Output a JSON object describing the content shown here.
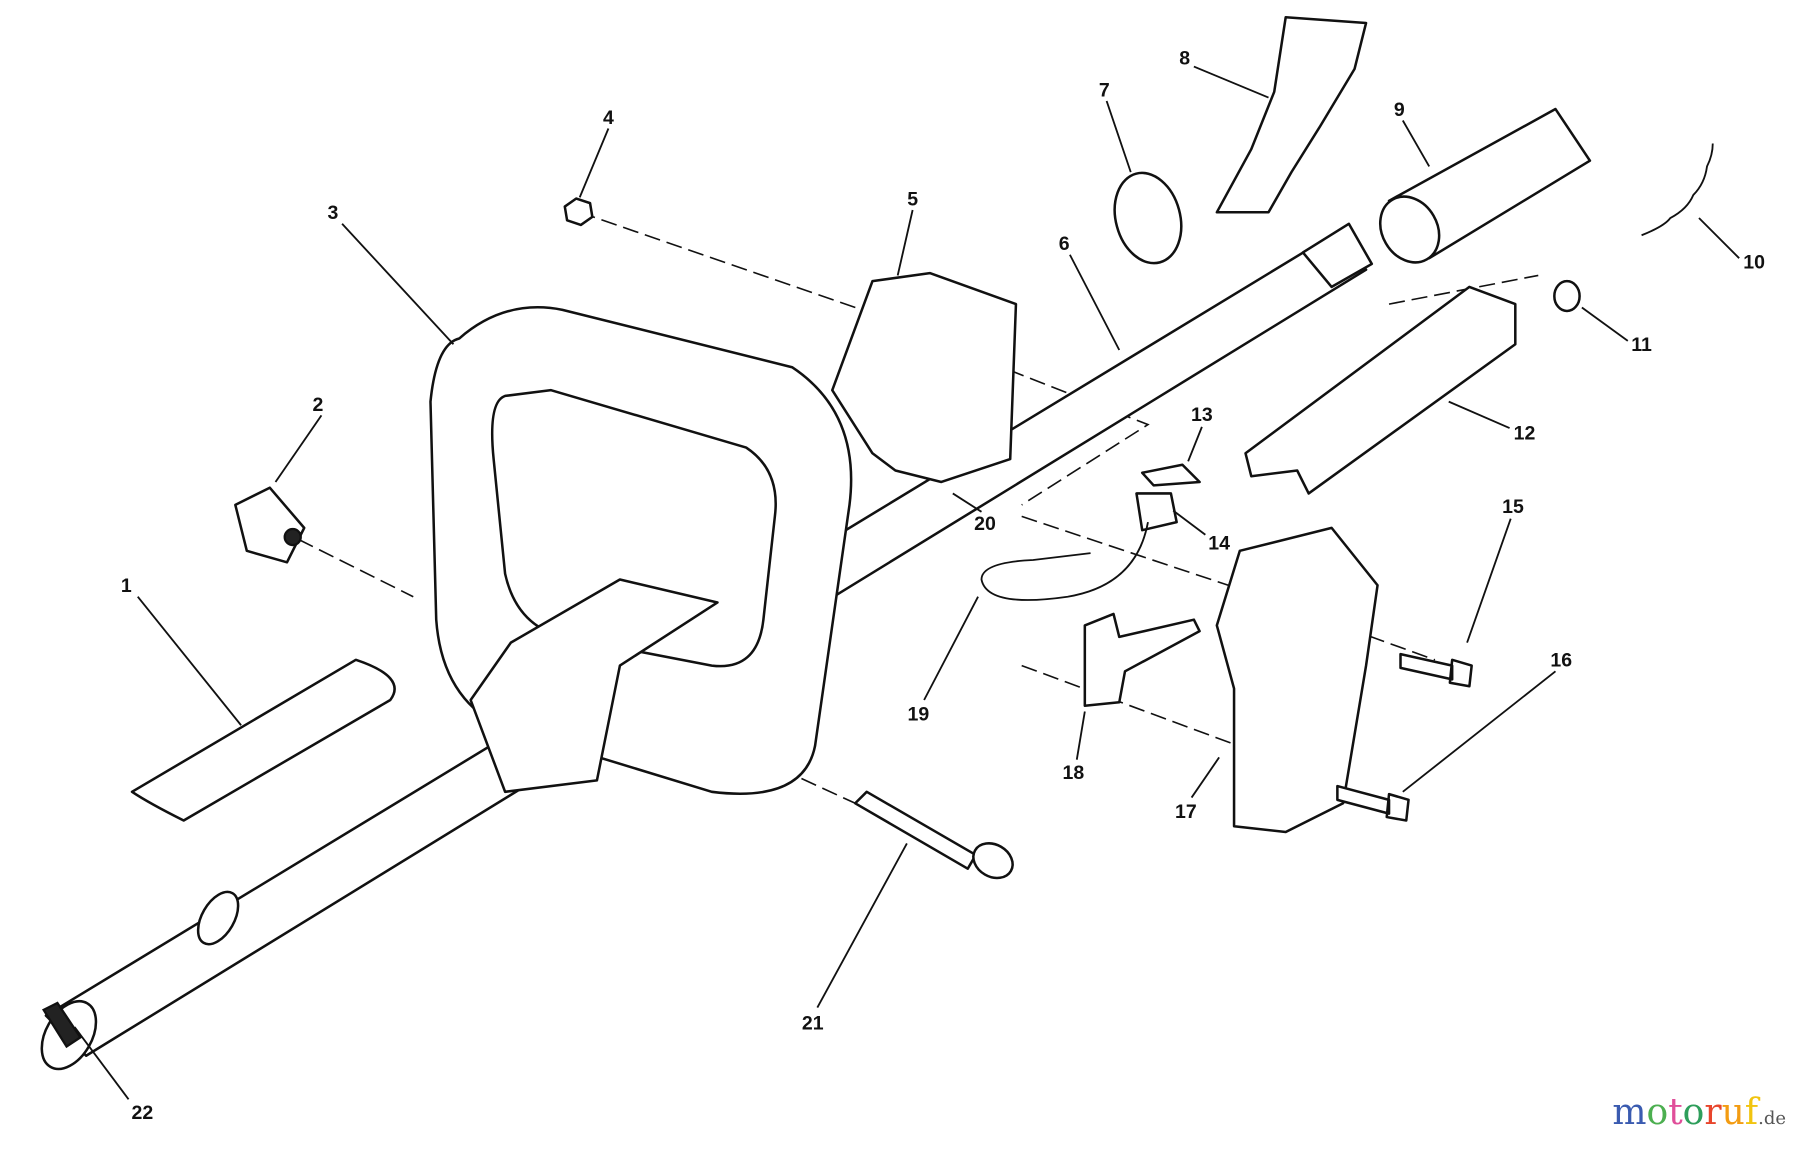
{
  "diagram": {
    "callouts": [
      {
        "id": "1"
      },
      {
        "id": "2"
      },
      {
        "id": "3"
      },
      {
        "id": "4"
      },
      {
        "id": "5"
      },
      {
        "id": "6"
      },
      {
        "id": "7"
      },
      {
        "id": "8"
      },
      {
        "id": "9"
      },
      {
        "id": "10"
      },
      {
        "id": "11"
      },
      {
        "id": "12"
      },
      {
        "id": "13"
      },
      {
        "id": "14"
      },
      {
        "id": "15"
      },
      {
        "id": "16"
      },
      {
        "id": "17"
      },
      {
        "id": "18"
      },
      {
        "id": "19"
      },
      {
        "id": "20"
      },
      {
        "id": "21"
      },
      {
        "id": "22"
      }
    ]
  },
  "watermark": {
    "text": "motoruf",
    "suffix": ".de",
    "colors": [
      "#3a5bb0",
      "#4caf50",
      "#e04f9a",
      "#2e9e5b",
      "#e8452c",
      "#f39c12",
      "#f1c40f"
    ]
  }
}
